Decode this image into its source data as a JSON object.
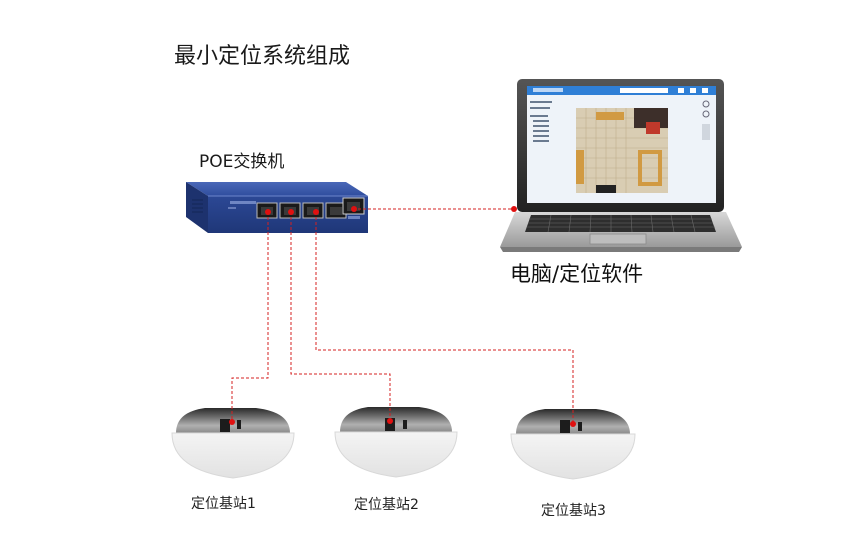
{
  "title": "最小定位系统组成",
  "switch": {
    "label": "POE交换机"
  },
  "computer": {
    "label": "电脑/定位软件"
  },
  "base_stations": [
    {
      "label": "定位基站1"
    },
    {
      "label": "定位基站2"
    },
    {
      "label": "定位基站3"
    }
  ],
  "colors": {
    "wire": "#d62020",
    "switch_body": "#2d4a9a",
    "base_shell": "#3a3a3a",
    "screen_header": "#2f7fd6"
  }
}
